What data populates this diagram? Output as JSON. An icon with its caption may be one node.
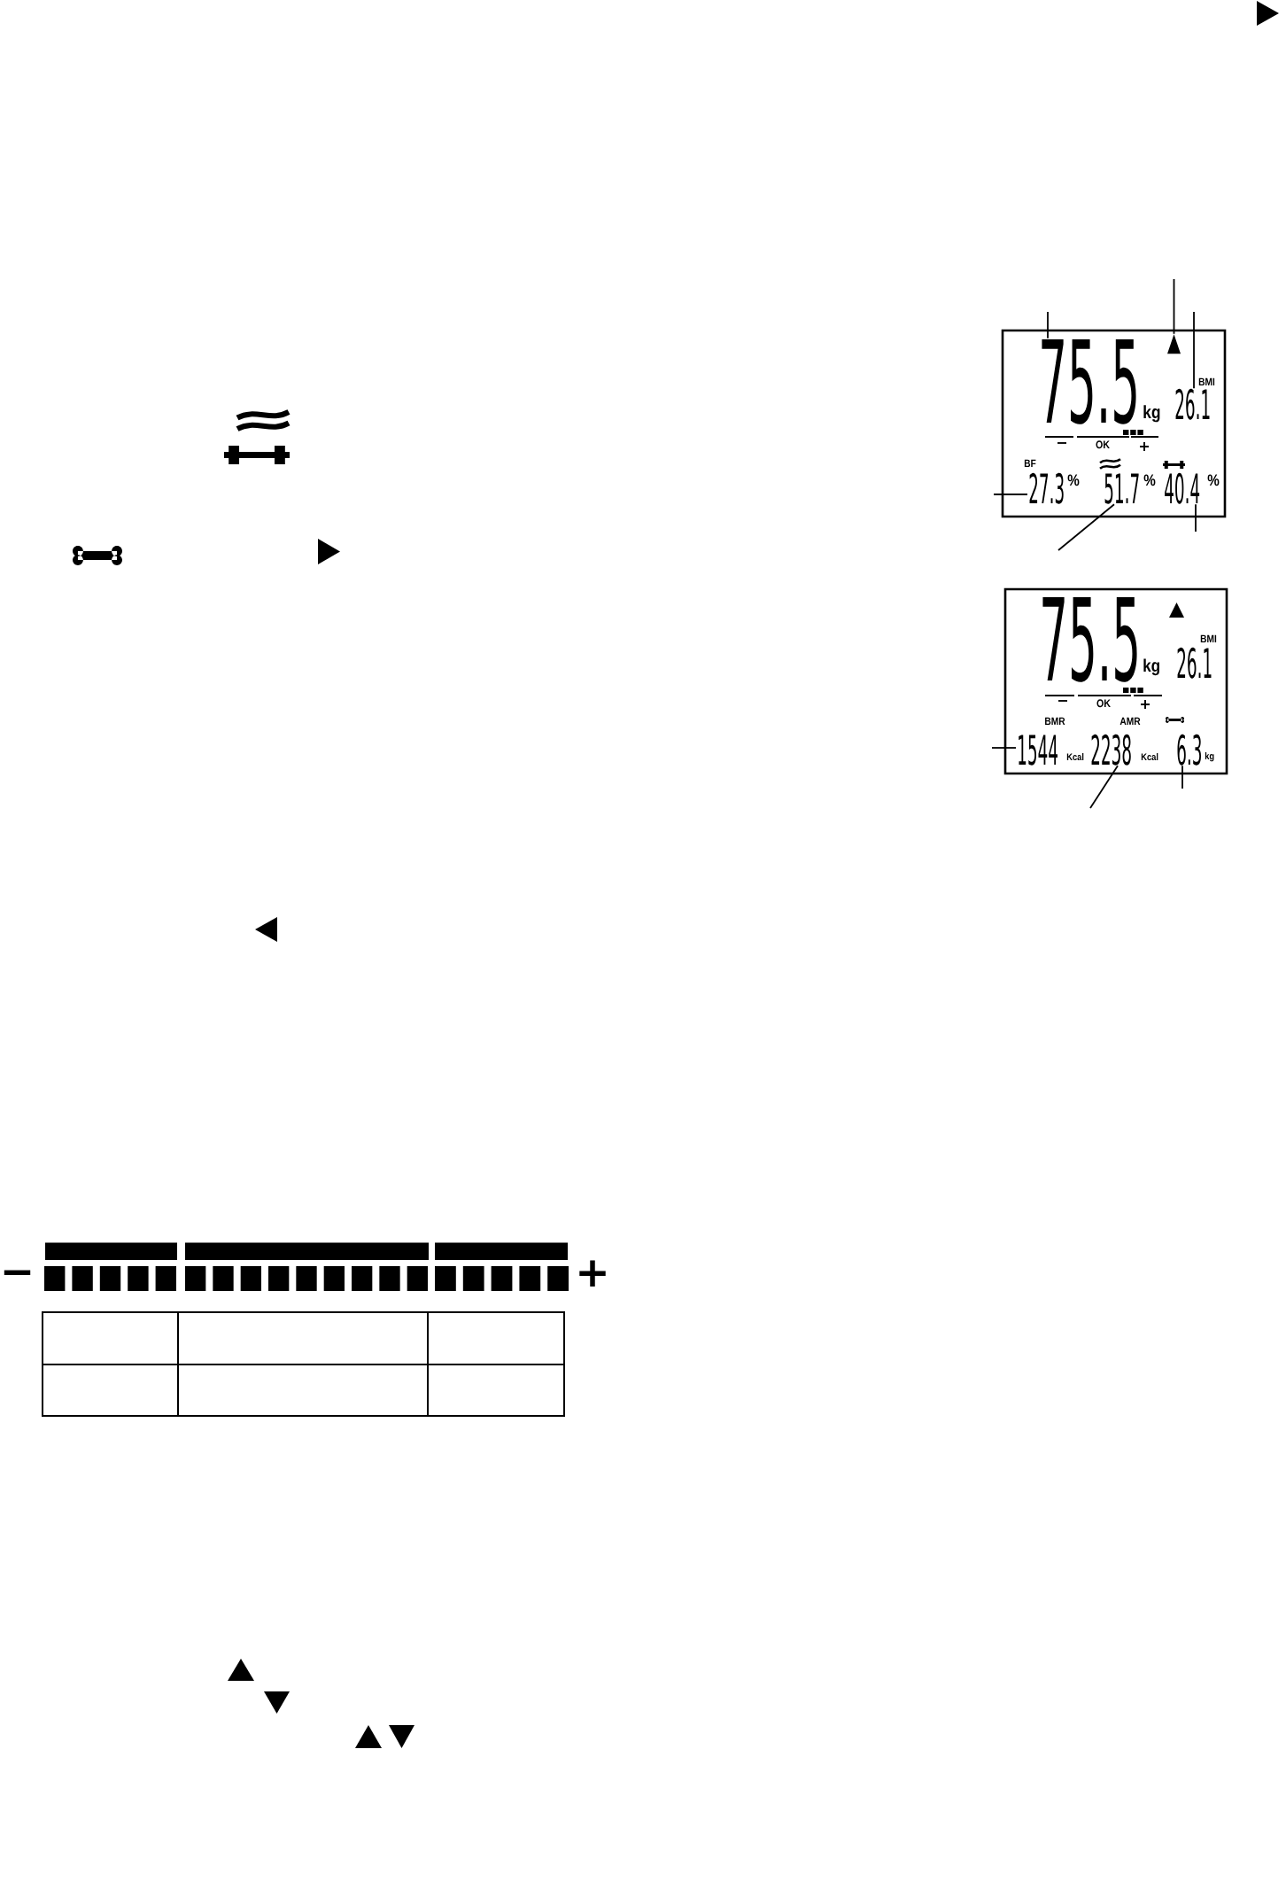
{
  "diagram": {
    "nodes": [
      {
        "text": [],
        "shape": "box"
      },
      {
        "text": [
          "75.5"
        ],
        "beside": [
          "kg"
        ],
        "in": 0
      },
      {
        "text": [],
        "shape": "triangle",
        "in": 0
      },
      {
        "text": [
          "BMI",
          "26.1"
        ],
        "in": 0
      },
      {
        "text": [
          "BF",
          "27.3"
        ],
        "beside": [
          "%"
        ],
        "in": 0
      },
      {
        "text": [
          "51.7"
        ],
        "beside": [
          "%"
        ],
        "in": 0
      },
      {
        "text": [
          "40.4"
        ],
        "beside": [
          "%"
        ],
        "in": 0
      },
      {
        "text": [],
        "shape": "box"
      },
      {
        "text": [
          "BMR",
          "1544"
        ],
        "beside": [
          "Kcal"
        ],
        "in": 7
      },
      {
        "text": [
          "AMR",
          "2238"
        ],
        "beside": [
          "Kcal"
        ],
        "in": 7
      },
      {
        "text": [
          "6.3"
        ],
        "beside": [
          "kg"
        ],
        "in": 7
      }
    ],
    "edges": [
      {
        "from": null,
        "to": 1,
        "arrow": "none"
      },
      {
        "from": null,
        "to": 2,
        "arrow": "none"
      },
      {
        "from": null,
        "to": 3,
        "arrow": "none"
      },
      {
        "from": null,
        "to": 4,
        "arrow": "none"
      },
      {
        "from": null,
        "to": 5,
        "arrow": "none"
      },
      {
        "from": null,
        "to": 6,
        "arrow": "none"
      },
      {
        "from": null,
        "to": 8,
        "arrow": "none"
      },
      {
        "from": null,
        "to": 9,
        "arrow": "none"
      },
      {
        "from": null,
        "to": 10,
        "arrow": "none"
      }
    ],
    "labels": [
      "−",
      "OK",
      "+",
      "75.5",
      "kg",
      "BMI",
      "26.1",
      "−",
      "OK",
      "+",
      "−",
      "+"
    ]
  }
}
